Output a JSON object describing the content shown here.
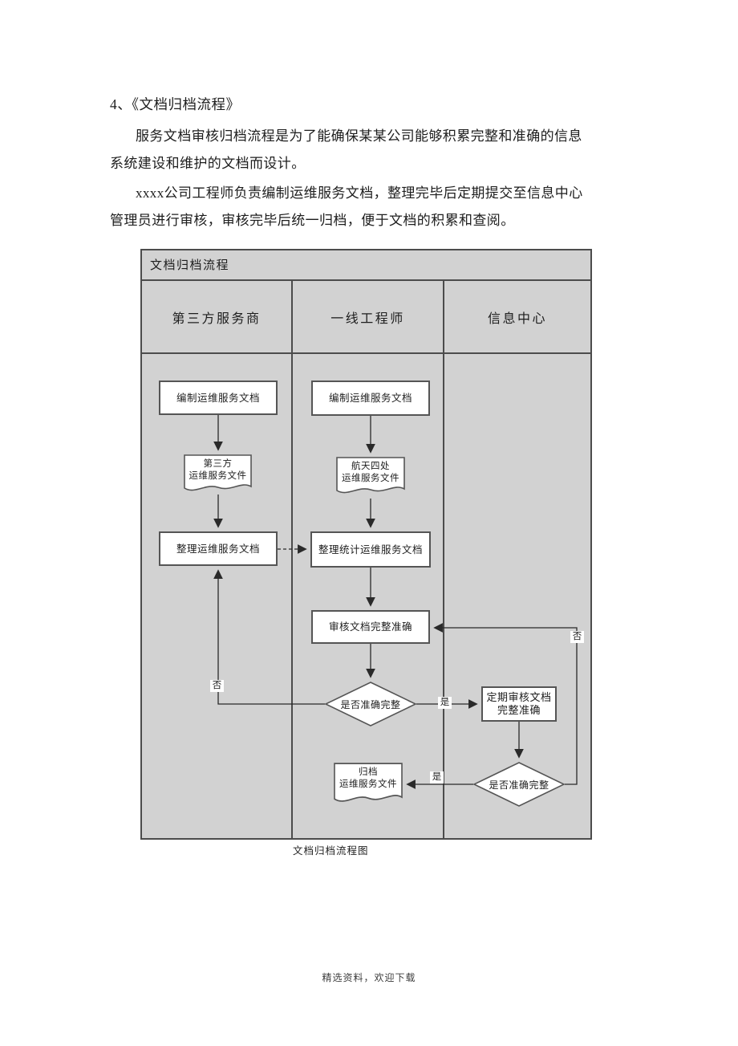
{
  "document": {
    "heading": "4、《文档归档流程》",
    "para1": {
      "line1": "服务文档审核归档流程是为了能确保某某公司能够积累完整和准确的信息",
      "line2": "系统建设和维护的文档而设计。"
    },
    "para2": {
      "line1": "xxxx公司工程师负责编制运维服务文档，整理完毕后定期提交至信息中心",
      "line2": "管理员进行审核，审核完毕后统一归档，便于文档的积累和查阅。"
    },
    "caption": "文档归档流程图",
    "footer": "精选资料，欢迎下载"
  },
  "flowchart": {
    "title": "文档归档流程",
    "lanes": [
      "第三方服务商",
      "一线工程师",
      "信息中心"
    ],
    "nodes": {
      "lane1_compile": "编制运维服务文档",
      "lane1_doc_line1": "第三方",
      "lane1_doc_line2": "运维服务文件",
      "lane1_organize": "整理运维服务文档",
      "lane2_compile": "编制运维服务文档",
      "lane2_doc_line1": "航天四处",
      "lane2_doc_line2": "运维服务文件",
      "lane2_organize": "整理统计运维服务文档",
      "lane2_review": "审核文档完整准确",
      "lane2_decision": "是否准确完整",
      "lane2_archive_line1": "归档",
      "lane2_archive_line2": "运维服务文件",
      "lane3_periodic_line1": "定期审核文档",
      "lane3_periodic_line2": "完整准确",
      "lane3_decision": "是否准确完整"
    },
    "edge_labels": {
      "yes": "是",
      "no": "否"
    },
    "colors": {
      "chart_bg": "#d2d2d2",
      "border": "#4c4c4c",
      "shape_fill": "#ffffff",
      "line": "#2a2a2a"
    }
  }
}
